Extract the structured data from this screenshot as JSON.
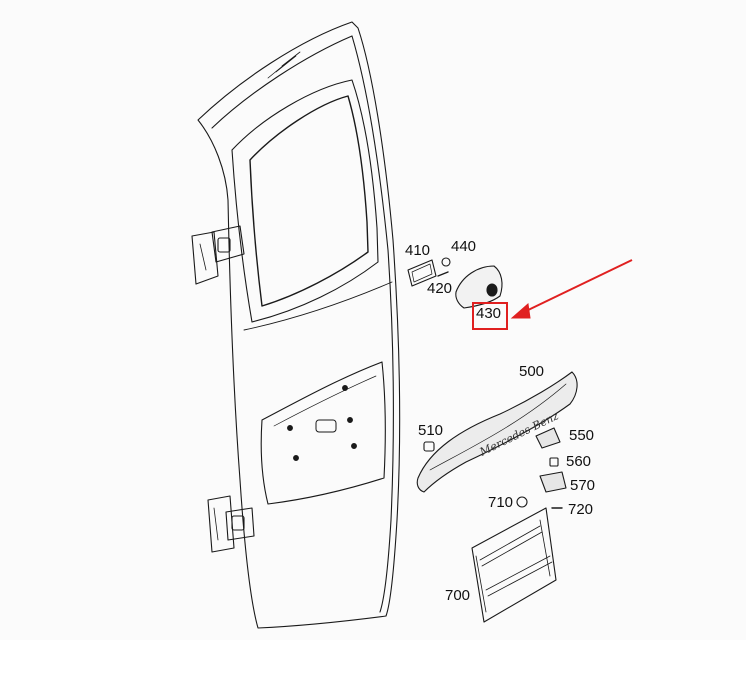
{
  "diagram": {
    "callouts": {
      "c410": "410",
      "c440": "440",
      "c420": "420",
      "c430": "430",
      "c500": "500",
      "c510": "510",
      "c550": "550",
      "c560": "560",
      "c570": "570",
      "c710": "710",
      "c720": "720",
      "c700": "700"
    },
    "brand_emboss": "Mercedes-Benz",
    "highlight": {
      "target": "430",
      "color": "#e02020"
    }
  }
}
